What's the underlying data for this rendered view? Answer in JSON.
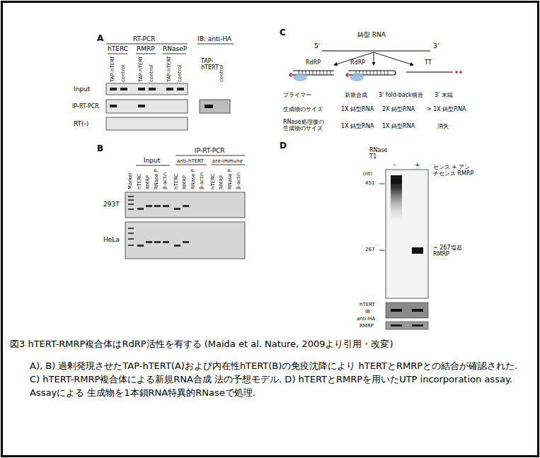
{
  "diagram": {
    "caption": "図3 hTERT-RMRP複合体はRdRP活性を有する (Maida et al. Nature, 2009より引用・改変)",
    "labels": [
      "A",
      "RT-PCR",
      "IB: anti-HA",
      "hTERC",
      "RMRP",
      "RNaseP",
      "TAP-hTERT",
      "TAP-hTERT",
      "control",
      "TAP-hTERT",
      "control",
      "TAP-hTERT",
      "control",
      "control",
      "Input",
      "IP-RT-PCR",
      "RT(-)",
      "B",
      "Input",
      "IP-RT-PCR",
      "anti-hTERT",
      "pre-immune",
      "Marker",
      "hTERC",
      "RMRP",
      "RNase P",
      "β-actin",
      "hTERC",
      "RMRP",
      "RNase P",
      "β-actin",
      "hTERC",
      "RMRP",
      "RNase P",
      "β-actin",
      "293T",
      "HeLa",
      "C",
      "鋳型 RNA",
      "5'",
      "3'",
      "RdRP",
      "RdRP",
      "TT",
      "プライマー",
      "新規合成",
      "3' fold-back構造",
      "3' 末端",
      "生成物のサイズ",
      "1X 鋳型RNA",
      "2X 鋳型RNA",
      "> 1X 鋳型RNA",
      "RNase処理後の 生成物のサイズ",
      "1X 鋳型RNA",
      "1X 鋳型RNA",
      "消失",
      "D",
      "RNase T1",
      "-",
      "+",
      "(nt)",
      "451",
      "267",
      "センス + アンチセンス RMRP",
      "~ 267塩基 RMRP",
      "hTERT",
      "IB",
      "anti-HA",
      "RMRP",
      "A), B) 過剰発現させたTAP-hTERT(A)および内在性hTERT(B)の免疫沈降により hTERTとRMRPとの結合が確認された. C) hTERT-RMRP複合体による新規RNA合成 法の予想モデル. D) hTERTとRMRPを用いたUTP incorporation assay. Assayによる 生成物を1本鎖RNA特異的RNaseで処理."
    ]
  }
}
